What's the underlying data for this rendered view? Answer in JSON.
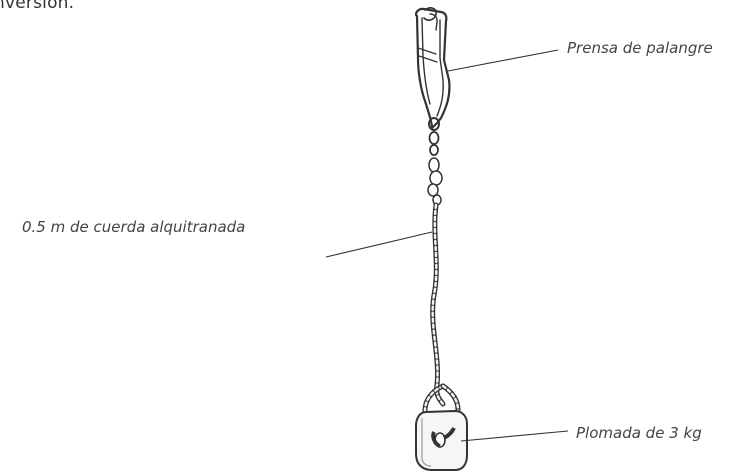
{
  "header_fragment": "nversion.",
  "labels": {
    "clip": "Prensa de palangre",
    "rope": "0.5 m de cuerda alquitranada",
    "weight": "Plomada de 3 kg"
  }
}
